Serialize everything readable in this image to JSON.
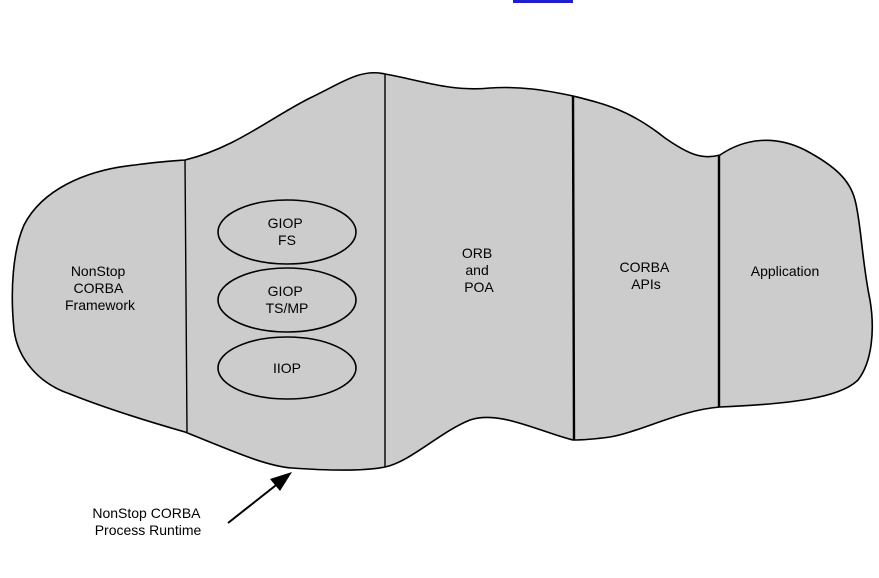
{
  "colors": {
    "fill": "#cccccc",
    "stroke": "#000000",
    "background": "#ffffff",
    "link": "#1f1fd0"
  },
  "diagram": {
    "sections": [
      {
        "id": "framework",
        "lines": [
          "NonStop",
          "CORBA",
          "Framework"
        ]
      },
      {
        "id": "protocols",
        "lines": []
      },
      {
        "id": "orb-poa",
        "lines": [
          "ORB",
          "and",
          "POA"
        ]
      },
      {
        "id": "corba-apis",
        "lines": [
          "CORBA",
          "APIs"
        ]
      },
      {
        "id": "application",
        "lines": [
          "Application"
        ]
      }
    ],
    "protocols": [
      {
        "id": "giop-fs",
        "lines": [
          "GIOP",
          "FS"
        ]
      },
      {
        "id": "giop-tsmp",
        "lines": [
          "GIOP",
          "TS/MP"
        ]
      },
      {
        "id": "iiop",
        "lines": [
          "IIOP"
        ]
      }
    ],
    "callout": {
      "lines": [
        "NonStop CORBA",
        "Process Runtime"
      ]
    }
  }
}
